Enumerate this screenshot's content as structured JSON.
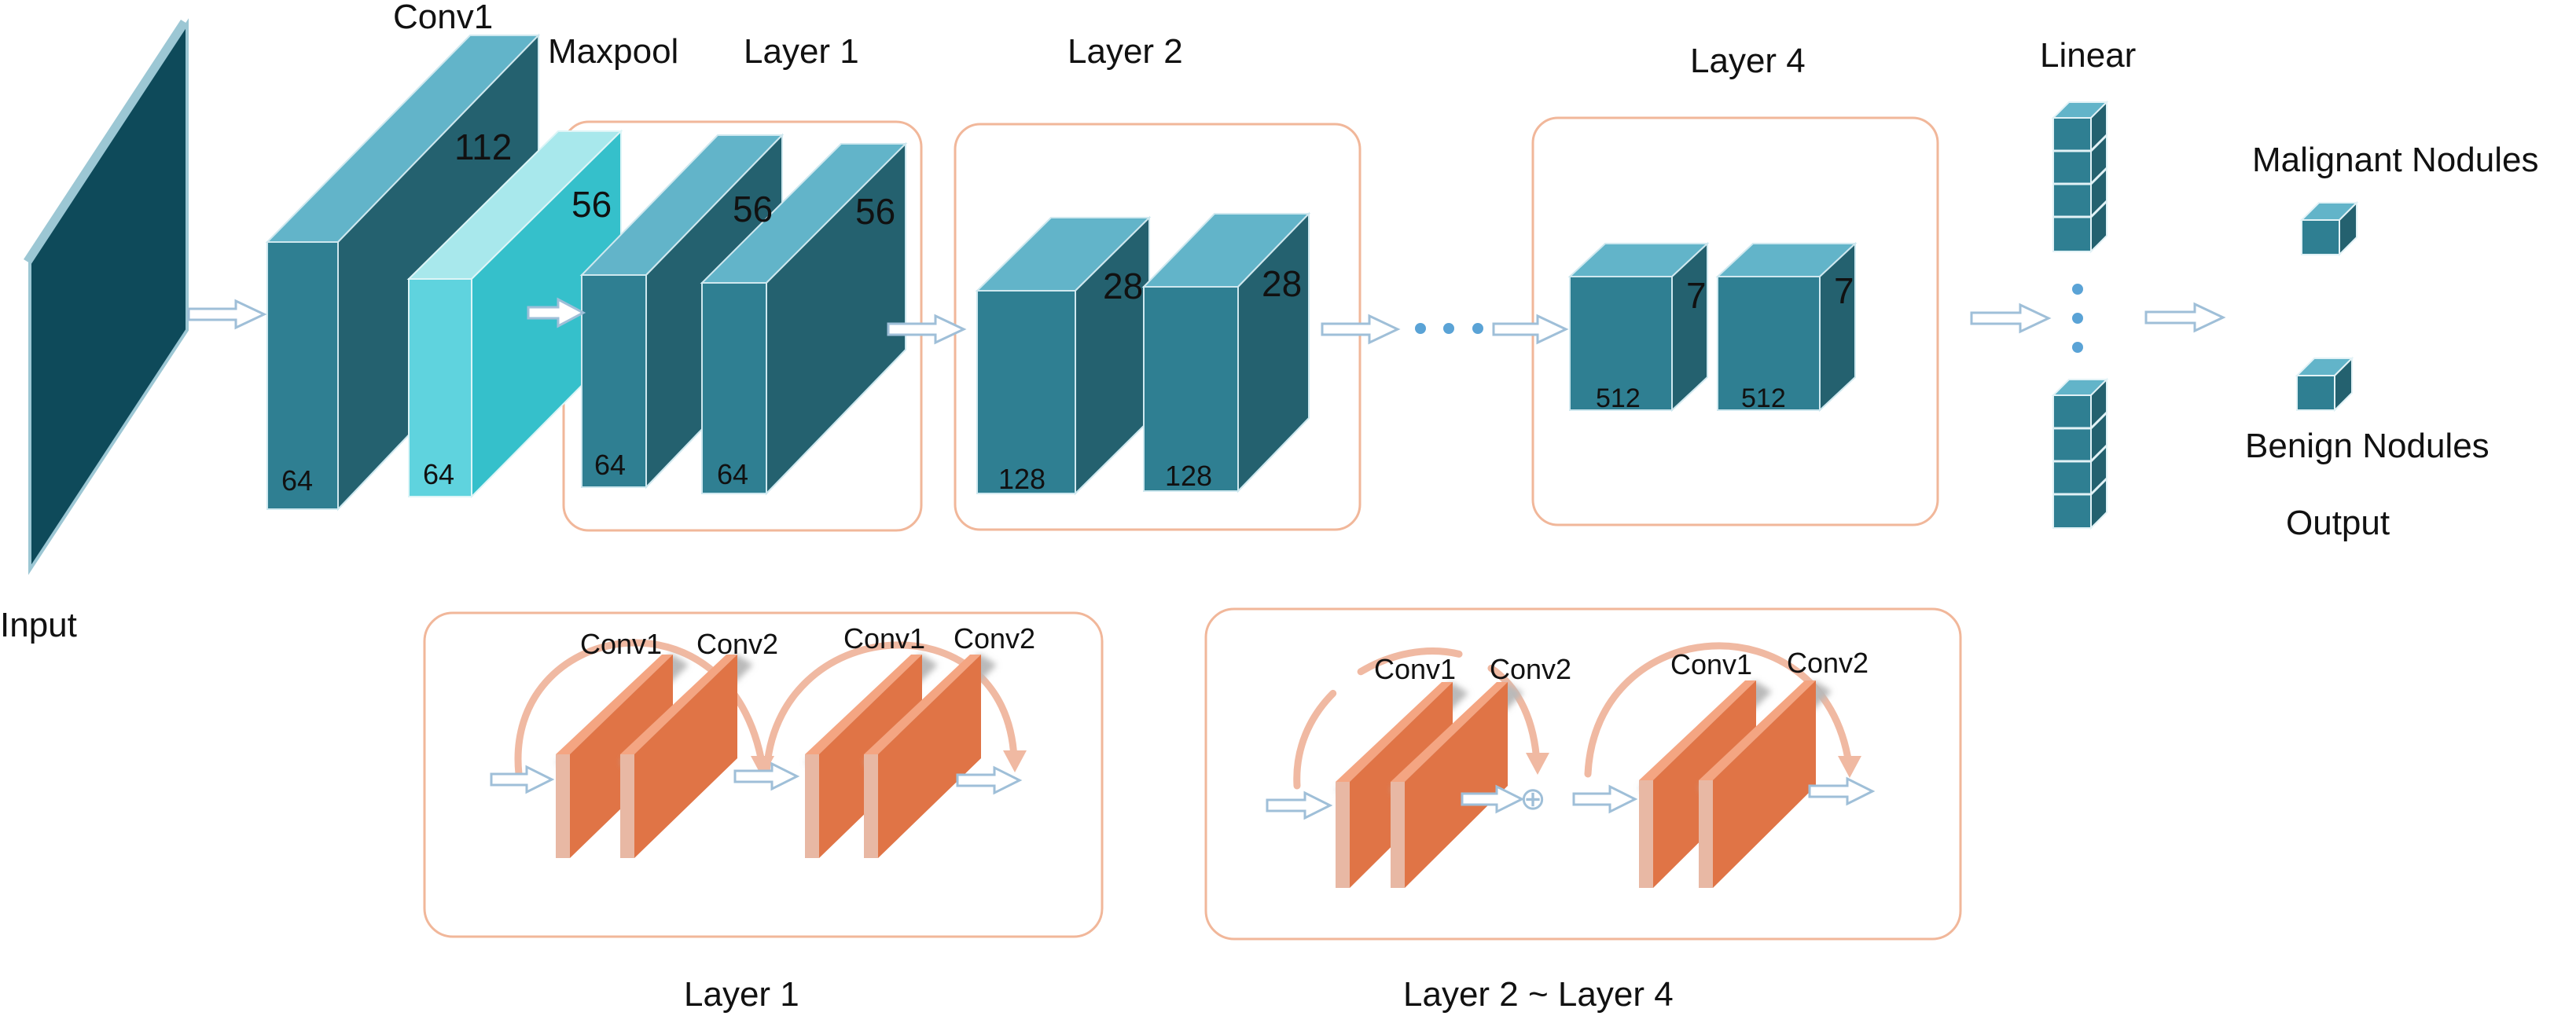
{
  "labels": {
    "input": "Input",
    "conv1": "Conv1",
    "maxpool": "Maxpool",
    "layer1": "Layer 1",
    "layer2": "Layer 2",
    "layer4": "Layer 4",
    "linear": "Linear",
    "output": "Output",
    "malignant": "Malignant Nodules",
    "benign": "Benign Nodules",
    "detail_layer1": "Layer 1",
    "detail_layer2_4": "Layer 2 ~ Layer 4",
    "detail_conv1": "Conv1",
    "detail_conv2": "Conv2",
    "plus": "⊕"
  },
  "dims": {
    "conv1_spatial": "112",
    "conv1_channels": "64",
    "maxpool_spatial": "56",
    "maxpool_channels": "64",
    "layer1_spatial": "56",
    "layer1_channels": "64",
    "layer2_spatial": "28",
    "layer2_channels": "128",
    "layer4_spatial": "7",
    "layer4_channels": "512"
  },
  "colors": {
    "input_face": "#0e4a5a",
    "block_front": "#2f7f92",
    "block_top": "#62b4c9",
    "block_side": "#24616f",
    "maxpool_front": "#5fd3de",
    "maxpool_top": "#a8e8ec",
    "maxpool_side": "#35c0cb",
    "conv_orange": "#e07446",
    "frame_border": "#f1b79a",
    "arrow_fill": "#ffffff",
    "arrow_stroke": "#9fbfd8",
    "dots": "#5aa3d6"
  }
}
